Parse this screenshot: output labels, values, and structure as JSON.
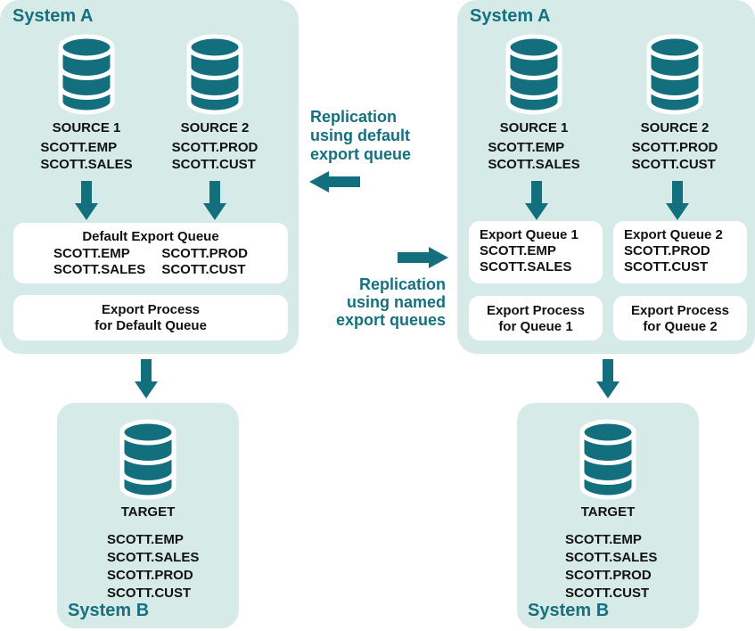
{
  "colors": {
    "teal_accent": "#136f7e",
    "teal_text": "#15717f",
    "panel_background": "#d6eae7",
    "box_background": "#ffffff",
    "text_black": "#111111"
  },
  "center": {
    "default": {
      "lines": [
        "Replication",
        "using default",
        "export queue"
      ]
    },
    "named": {
      "lines": [
        "Replication",
        "using named",
        "export queues"
      ]
    }
  },
  "left": {
    "system_a": {
      "label": "System A",
      "sources": [
        {
          "name": "SOURCE 1",
          "tables": [
            "SCOTT.EMP",
            "SCOTT.SALES"
          ]
        },
        {
          "name": "SOURCE 2",
          "tables": [
            "SCOTT.PROD",
            "SCOTT.CUST"
          ]
        }
      ],
      "queue_box": {
        "title": "Default Export Queue",
        "col1": [
          "SCOTT.EMP",
          "SCOTT.SALES"
        ],
        "col2": [
          "SCOTT.PROD",
          "SCOTT.CUST"
        ]
      },
      "process_box": {
        "lines": [
          "Export Process",
          "for Default Queue"
        ]
      }
    },
    "system_b": {
      "label": "System B",
      "target": "TARGET",
      "tables": [
        "SCOTT.EMP",
        "SCOTT.SALES",
        "SCOTT.PROD",
        "SCOTT.CUST"
      ]
    }
  },
  "right": {
    "system_a": {
      "label": "System A",
      "sources": [
        {
          "name": "SOURCE 1",
          "tables": [
            "SCOTT.EMP",
            "SCOTT.SALES"
          ]
        },
        {
          "name": "SOURCE 2",
          "tables": [
            "SCOTT.PROD",
            "SCOTT.CUST"
          ]
        }
      ],
      "queue_boxes": [
        {
          "title": "Export Queue 1",
          "tables": [
            "SCOTT.EMP",
            "SCOTT.SALES"
          ]
        },
        {
          "title": "Export Queue 2",
          "tables": [
            "SCOTT.PROD",
            "SCOTT.CUST"
          ]
        }
      ],
      "process_boxes": [
        {
          "lines": [
            "Export Process",
            "for Queue 1"
          ]
        },
        {
          "lines": [
            "Export Process",
            "for Queue 2"
          ]
        }
      ]
    },
    "system_b": {
      "label": "System B",
      "target": "TARGET",
      "tables": [
        "SCOTT.EMP",
        "SCOTT.SALES",
        "SCOTT.PROD",
        "SCOTT.CUST"
      ]
    }
  }
}
